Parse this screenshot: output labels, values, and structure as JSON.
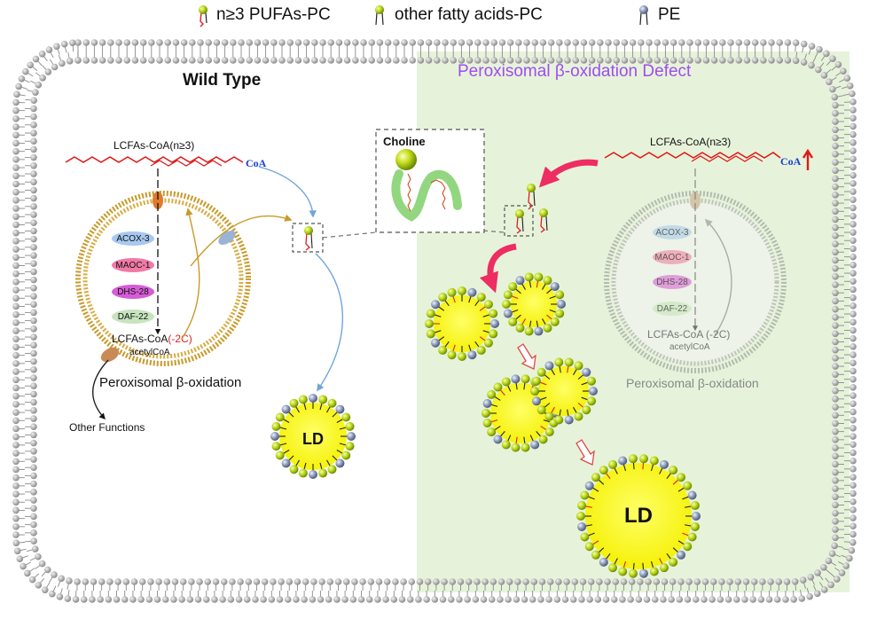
{
  "legend": {
    "pufa_pc": "n≥3 PUFAs-PC",
    "other_pc": "other fatty acids-PC",
    "pe": "PE"
  },
  "wild_type": {
    "title": "Wild Type",
    "substrate": "LCFAs-CoA(n≥3)",
    "coa": "CoA",
    "enzymes": [
      "ACOX-3",
      "MAOC-1",
      "DHS-28",
      "DAF-22"
    ],
    "product_prefix": "LCFAs-CoA",
    "product_suffix": "(-2C)",
    "acetyl": "acetylCoA",
    "pathway": "Peroxisomal β-oxidation",
    "other_functions": "Other Functions",
    "ld": "LD"
  },
  "defect": {
    "title": "Peroxisomal β-oxidation Defect",
    "substrate": "LCFAs-CoA(n≥3)",
    "coa": "CoA",
    "enzymes": [
      "ACOX-3",
      "MAOC-1",
      "DHS-28",
      "DAF-22"
    ],
    "product": "LCFAs-CoA (-2C)",
    "acetyl": "acetylCoA",
    "pathway": "Peroxisomal β-oxidation",
    "ld": "LD"
  },
  "inset": {
    "label": "Choline"
  },
  "colors": {
    "membrane_head": "#9a9a9a",
    "defect_background": "#e6f3da",
    "ld_core": "#ffff33",
    "pc_head": "#b5d30e",
    "pe_head": "#8898b8",
    "flux_arrow": "#ee2d62",
    "title_defect": "#a04cf0",
    "acox": "#a8c8ef",
    "maoc": "#f07aa5",
    "dhs": "#d65cd6",
    "daf": "#c8e4be"
  }
}
